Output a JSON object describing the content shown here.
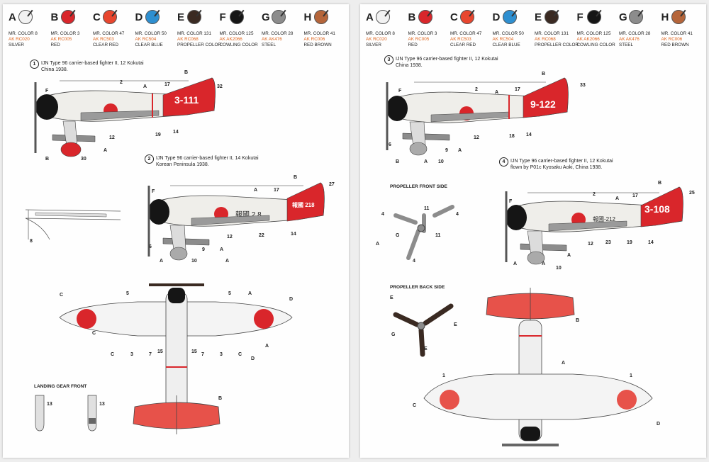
{
  "colors": [
    {
      "letter": "A",
      "mr": "MR. COLOR 8",
      "ak": "AK RC020",
      "name": "SILVER",
      "hex": "#f2f2f2"
    },
    {
      "letter": "B",
      "mr": "MR. COLOR 3",
      "ak": "AK RC005",
      "name": "RED",
      "hex": "#d9262b"
    },
    {
      "letter": "C",
      "mr": "MR. COLOR 47",
      "ak": "AK RC503",
      "name": "CLEAR RED",
      "hex": "#e8462e"
    },
    {
      "letter": "D",
      "mr": "MR. COLOR 50",
      "ak": "AK RC504",
      "name": "CLEAR BLUE",
      "hex": "#2e8fd0"
    },
    {
      "letter": "E",
      "mr": "MR. COLOR 131",
      "ak": "AK RC068",
      "name": "PROPELLER COLOR",
      "hex": "#3a2a22"
    },
    {
      "letter": "F",
      "mr": "MR. COLOR 125",
      "ak": "AK AK2066",
      "name": "COWLING COLOR",
      "hex": "#151515"
    },
    {
      "letter": "G",
      "mr": "MR. COLOR 28",
      "ak": "AK AK476",
      "name": "STEEL",
      "hex": "#8c8c8c"
    },
    {
      "letter": "H",
      "mr": "MR. COLOR 41",
      "ak": "AK RC006",
      "name": "RED BROWN",
      "hex": "#b5653a"
    }
  ],
  "left": {
    "profile1": {
      "num": "1",
      "line1": "IJN Type 96 carrier-based fighter II, 12 Kokutai",
      "line2": "China 1938.",
      "tail": "3-111"
    },
    "profile2": {
      "num": "2",
      "line1": "IJN Type 96 carrier-based fighter II, 14 Kokutai",
      "line2": "Korean Peninsula 1938.",
      "tail": "報國 218"
    },
    "landing_gear": "LANDING GEAR FRONT"
  },
  "right": {
    "profile3": {
      "num": "3",
      "line1": "IJN Type 96 carrier-based fighter II, 12 Kokutai",
      "line2": "China 1938.",
      "tail": "9-122"
    },
    "profile4": {
      "num": "4",
      "line1": "IJN Type 96 carrier-based fighter II, 12 Kokutai",
      "line2": "flown by P01c Kyosaku Aoki, China 1938.",
      "tail": "3-108"
    },
    "prop_front": "PROPELLER FRONT SIDE",
    "prop_back": "PROPELLER BACK SIDE"
  },
  "callouts": {
    "p1": [
      "F",
      "2",
      "A",
      "17",
      "B",
      "32",
      "12",
      "19",
      "14",
      "A",
      "B",
      "30"
    ],
    "p2": [
      "F",
      "A",
      "17",
      "B",
      "27",
      "12",
      "22",
      "14",
      "6",
      "9",
      "A",
      "10",
      "A",
      "A"
    ],
    "p3": [
      "F",
      "2",
      "A",
      "17",
      "B",
      "33",
      "12",
      "18",
      "14",
      "6",
      "9",
      "10",
      "A",
      "B",
      "A"
    ],
    "p4": [
      "F",
      "2",
      "A",
      "17",
      "B",
      "25",
      "12",
      "23",
      "19",
      "14",
      "A",
      "A",
      "10",
      "A"
    ],
    "topview": [
      "C",
      "5",
      "5",
      "A",
      "D",
      "C",
      "C",
      "3",
      "7",
      "15",
      "15",
      "7",
      "3",
      "C",
      "D",
      "A",
      "B",
      "8"
    ],
    "gear": [
      "13",
      "13"
    ],
    "propF": [
      "4",
      "11",
      "4",
      "11",
      "G",
      "A",
      "4"
    ],
    "propB": [
      "E",
      "G",
      "E",
      "E"
    ],
    "bottomview": [
      "B",
      "A",
      "1",
      "1",
      "C",
      "D"
    ]
  }
}
